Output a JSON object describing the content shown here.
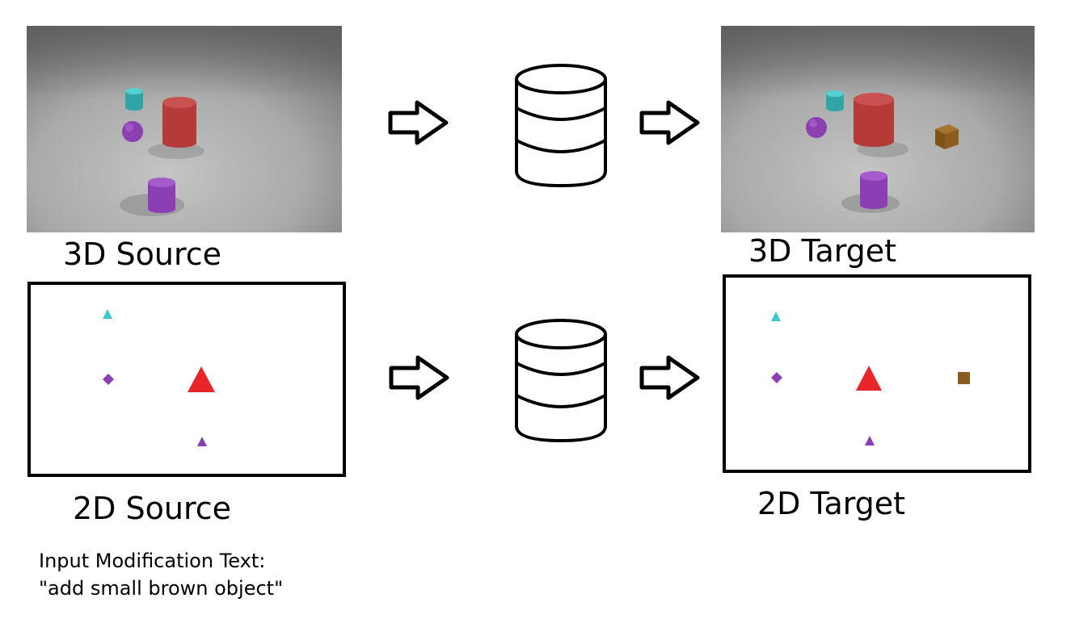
{
  "labels": {
    "src3d": "3D Source",
    "tgt3d": "3D Target",
    "src2d": "2D Source",
    "tgt2d": "2D Target"
  },
  "modification": {
    "heading": "Input Modification Text:",
    "text": "\"add small brown object\""
  },
  "colors": {
    "cyan": "#3ec9c9",
    "purple": "#8a3fb5",
    "red": "#e8262a",
    "brown": "#8b5a1e"
  },
  "icons": {
    "arrow": "right-arrow-outline-icon",
    "database": "database-cylinder-icon"
  }
}
